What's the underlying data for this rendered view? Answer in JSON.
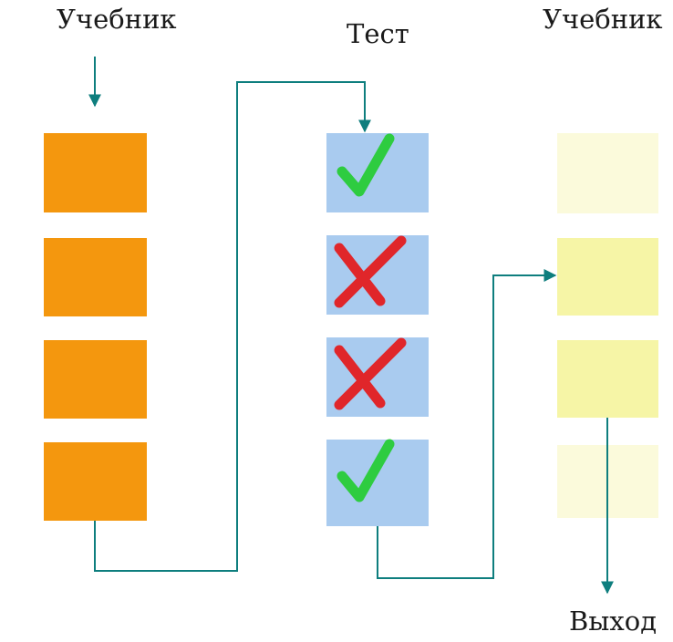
{
  "labels": {
    "left_column": "Учебник",
    "middle_column": "Тест",
    "right_column": "Учебник",
    "exit": "Выход"
  },
  "left_blocks": [
    "block",
    "block",
    "block",
    "block"
  ],
  "test_results": [
    "pass",
    "fail",
    "fail",
    "pass"
  ],
  "right_blocks": [
    "faded",
    "highlighted",
    "highlighted",
    "faded"
  ],
  "colors": {
    "textbook_block": "#F4970E",
    "test_block": "#A9CBEF",
    "right_block_solid": "#F6F5A6",
    "right_block_faded": "#FBFADB",
    "connector": "#0E7E7E",
    "check": "#2ECC40",
    "cross": "#E0262A",
    "text": "#1a1a1a"
  },
  "icons": {
    "pass": "check-icon",
    "fail": "cross-icon"
  }
}
